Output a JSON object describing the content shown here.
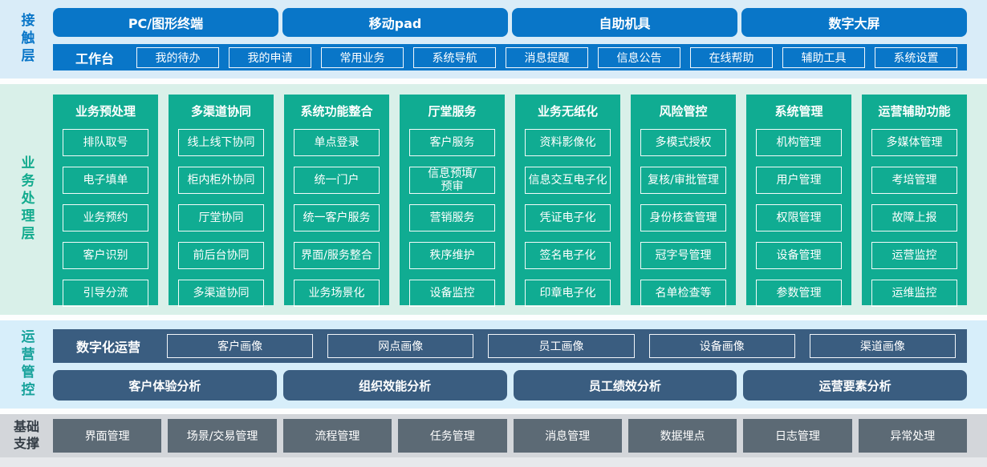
{
  "theme": {
    "accent_blue": "#0976c8",
    "accent_green": "#10ac92",
    "accent_slate": "#3a5d80",
    "accent_gray": "#5c6a75",
    "band_blue_bg": "#d9ecf8",
    "band_green_bg": "#d9f0e9",
    "band_cyan_bg": "#d7eefa",
    "band_gray_bg": "#d3d6da"
  },
  "layers": {
    "contact": {
      "label": "接触层",
      "terminals": [
        "PC/图形终端",
        "移动pad",
        "自助机具",
        "数字大屏"
      ],
      "workbench": {
        "label": "工作台",
        "items": [
          "我的待办",
          "我的申请",
          "常用业务",
          "系统导航",
          "消息提醒",
          "信息公告",
          "在线帮助",
          "辅助工具",
          "系统设置"
        ]
      }
    },
    "business": {
      "label": "业务处理层",
      "columns": [
        {
          "title": "业务预处理",
          "items": [
            "排队取号",
            "电子填单",
            "业务预约",
            "客户识别",
            "引导分流"
          ]
        },
        {
          "title": "多渠道协同",
          "items": [
            "线上线下协同",
            "柜内柜外协同",
            "厅堂协同",
            "前后台协同",
            "多渠道协同"
          ]
        },
        {
          "title": "系统功能整合",
          "items": [
            "单点登录",
            "统一门户",
            "统一客户服务",
            "界面/服务整合",
            "业务场景化"
          ]
        },
        {
          "title": "厅堂服务",
          "items": [
            "客户服务",
            "信息预填/\n预审",
            "营销服务",
            "秩序维护",
            "设备监控"
          ]
        },
        {
          "title": "业务无纸化",
          "items": [
            "资料影像化",
            "信息交互电子化",
            "凭证电子化",
            "签名电子化",
            "印章电子化"
          ]
        },
        {
          "title": "风险管控",
          "items": [
            "多模式授权",
            "复核/审批管理",
            "身份核查管理",
            "冠字号管理",
            "名单检查等"
          ]
        },
        {
          "title": "系统管理",
          "items": [
            "机构管理",
            "用户管理",
            "权限管理",
            "设备管理",
            "参数管理"
          ]
        },
        {
          "title": "运营辅助功能",
          "items": [
            "多媒体管理",
            "考培管理",
            "故障上报",
            "运营监控",
            "运维监控"
          ]
        }
      ]
    },
    "operations": {
      "label": "运营管控",
      "digital": {
        "label": "数字化运营",
        "items": [
          "客户画像",
          "网点画像",
          "员工画像",
          "设备画像",
          "渠道画像"
        ]
      },
      "analysis": [
        "客户体验分析",
        "组织效能分析",
        "员工绩效分析",
        "运营要素分析"
      ]
    },
    "foundation": {
      "label": "基础支撑",
      "items": [
        "界面管理",
        "场景/交易管理",
        "流程管理",
        "任务管理",
        "消息管理",
        "数据埋点",
        "日志管理",
        "异常处理"
      ]
    }
  }
}
